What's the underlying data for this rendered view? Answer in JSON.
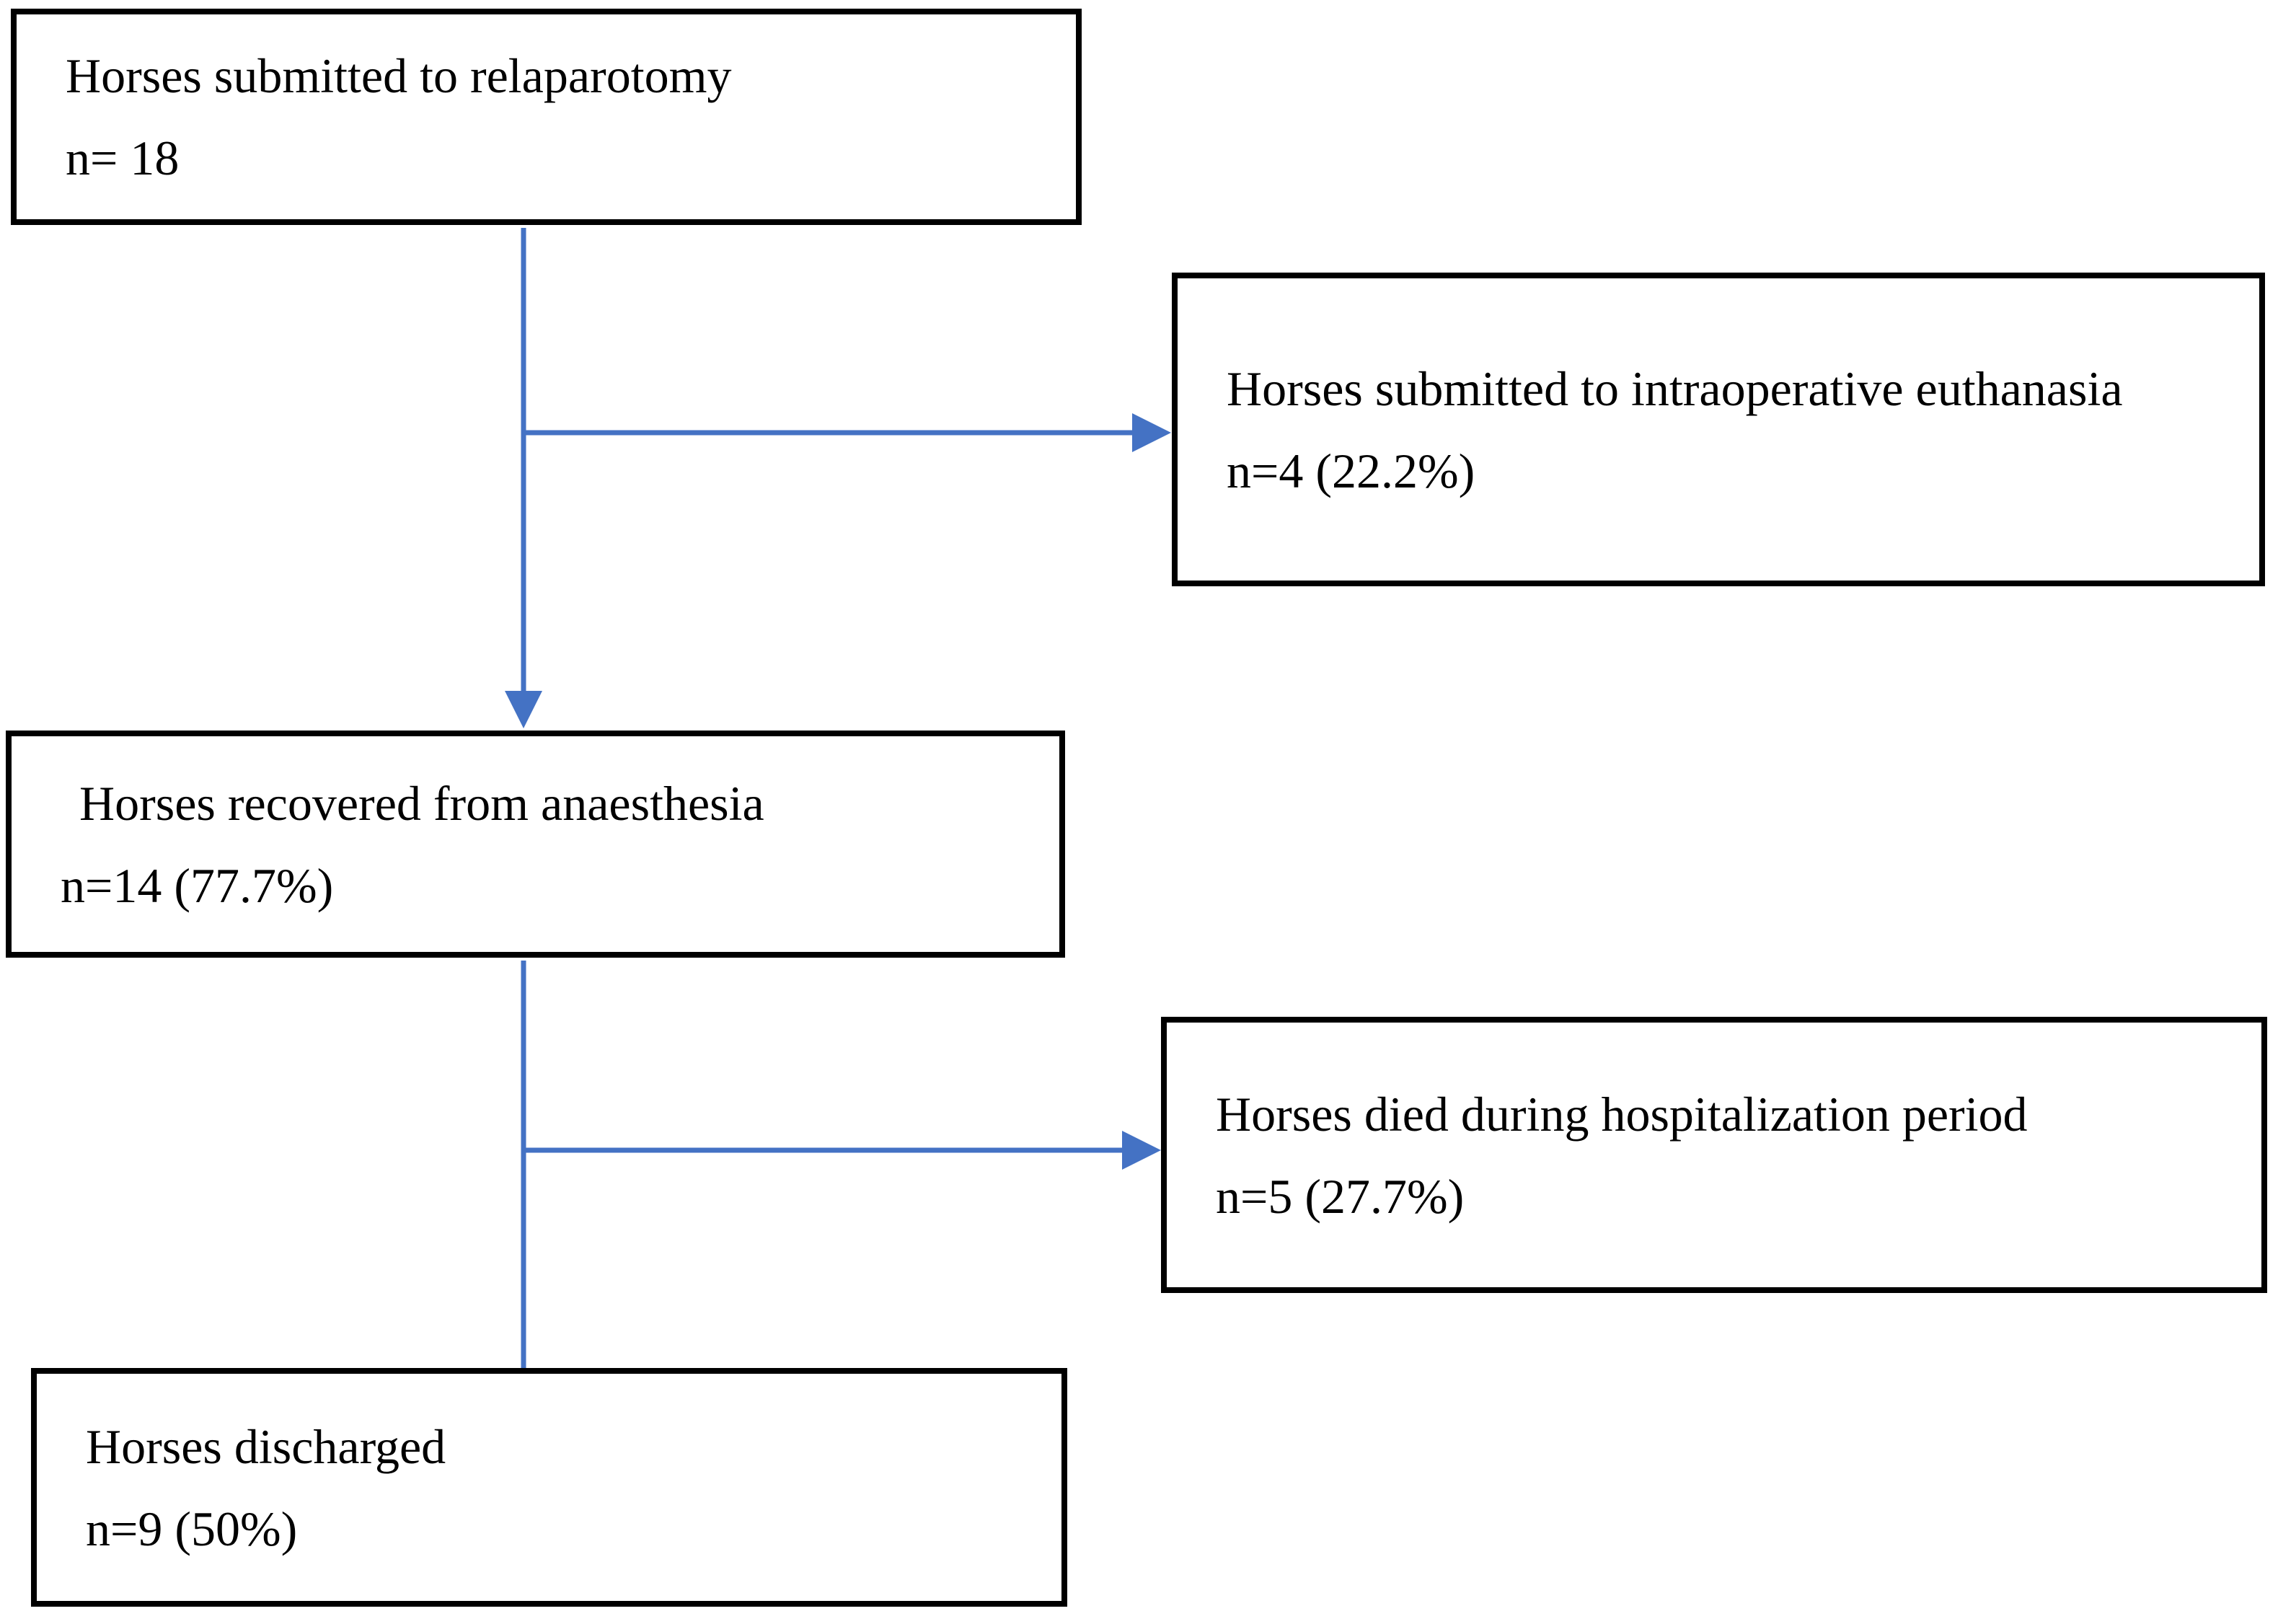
{
  "flowchart": {
    "boxes": [
      {
        "id": "relaparotomy",
        "label": "Horses submitted to relaparotomy",
        "count": "n= 18"
      },
      {
        "id": "intraoperative-euthanasia",
        "label": "Horses submitted to intraoperative euthanasia",
        "count": "n=4 (22.2%)"
      },
      {
        "id": "recovered-anaesthesia",
        "label": "Horses recovered from anaesthesia",
        "count": "n=14 (77.7%)"
      },
      {
        "id": "died-hospitalization",
        "label": "Horses died during hospitalization period",
        "count": "n=5 (27.7%)"
      },
      {
        "id": "discharged",
        "label": "Horses discharged",
        "count": "n=9 (50%)"
      }
    ],
    "edges": [
      {
        "from": "relaparotomy",
        "to": "recovered-anaesthesia",
        "arrowhead": true
      },
      {
        "from": "relaparotomy",
        "to": "intraoperative-euthanasia",
        "arrowhead": true
      },
      {
        "from": "recovered-anaesthesia",
        "to": "discharged",
        "arrowhead": false
      },
      {
        "from": "recovered-anaesthesia",
        "to": "died-hospitalization",
        "arrowhead": true
      }
    ],
    "colors": {
      "arrow": "#4472C4",
      "box_border": "#000000",
      "text": "#000000",
      "background": "#FFFFFF"
    }
  }
}
